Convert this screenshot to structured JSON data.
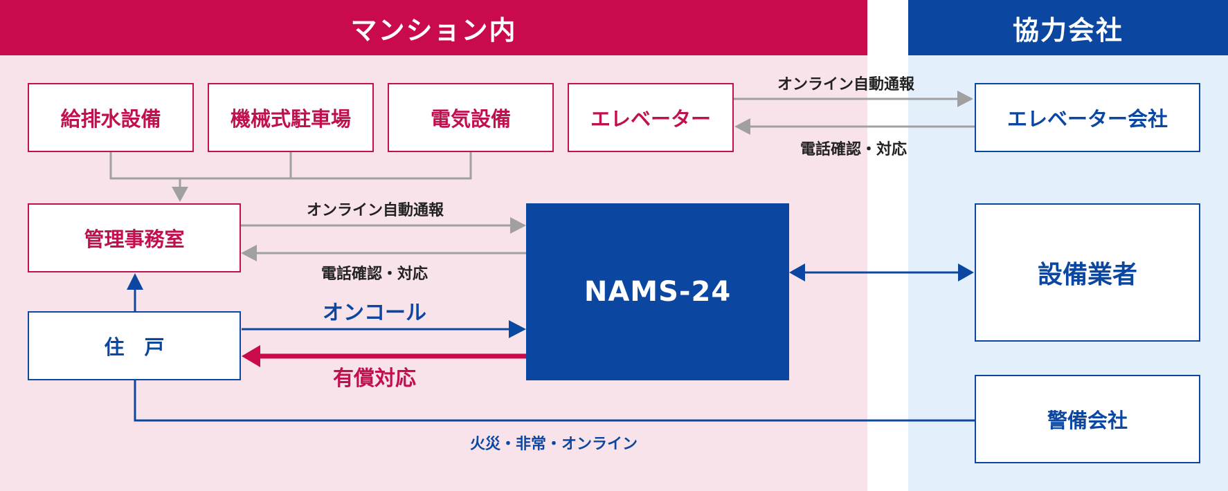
{
  "zones": {
    "mansion_header": "マンション内",
    "partner_header": "協力会社"
  },
  "boxes": {
    "water": "給排水設備",
    "parking": "機械式駐車場",
    "electric": "電気設備",
    "elevator": "エレベーター",
    "office": "管理事務室",
    "resident": "住　戸",
    "nams": "NAMS-24",
    "elevator_company": "エレベーター会社",
    "equipment_vendor": "設備業者",
    "security_company": "警備会社"
  },
  "labels": {
    "elevator_online": "オンライン自動通報",
    "elevator_phone": "電話確認・対応",
    "office_online": "オンライン自動通報",
    "office_phone": "電話確認・対応",
    "oncall": "オンコール",
    "paid_response": "有償対応",
    "fire_online": "火災・非常・オンライン"
  },
  "colors": {
    "red_brand": "#c0104f",
    "blue_brand": "#0b47a0",
    "pink_bg": "#f9e3ea",
    "light_blue_bg": "#e3effb",
    "gray_line": "#a0a0a0"
  }
}
